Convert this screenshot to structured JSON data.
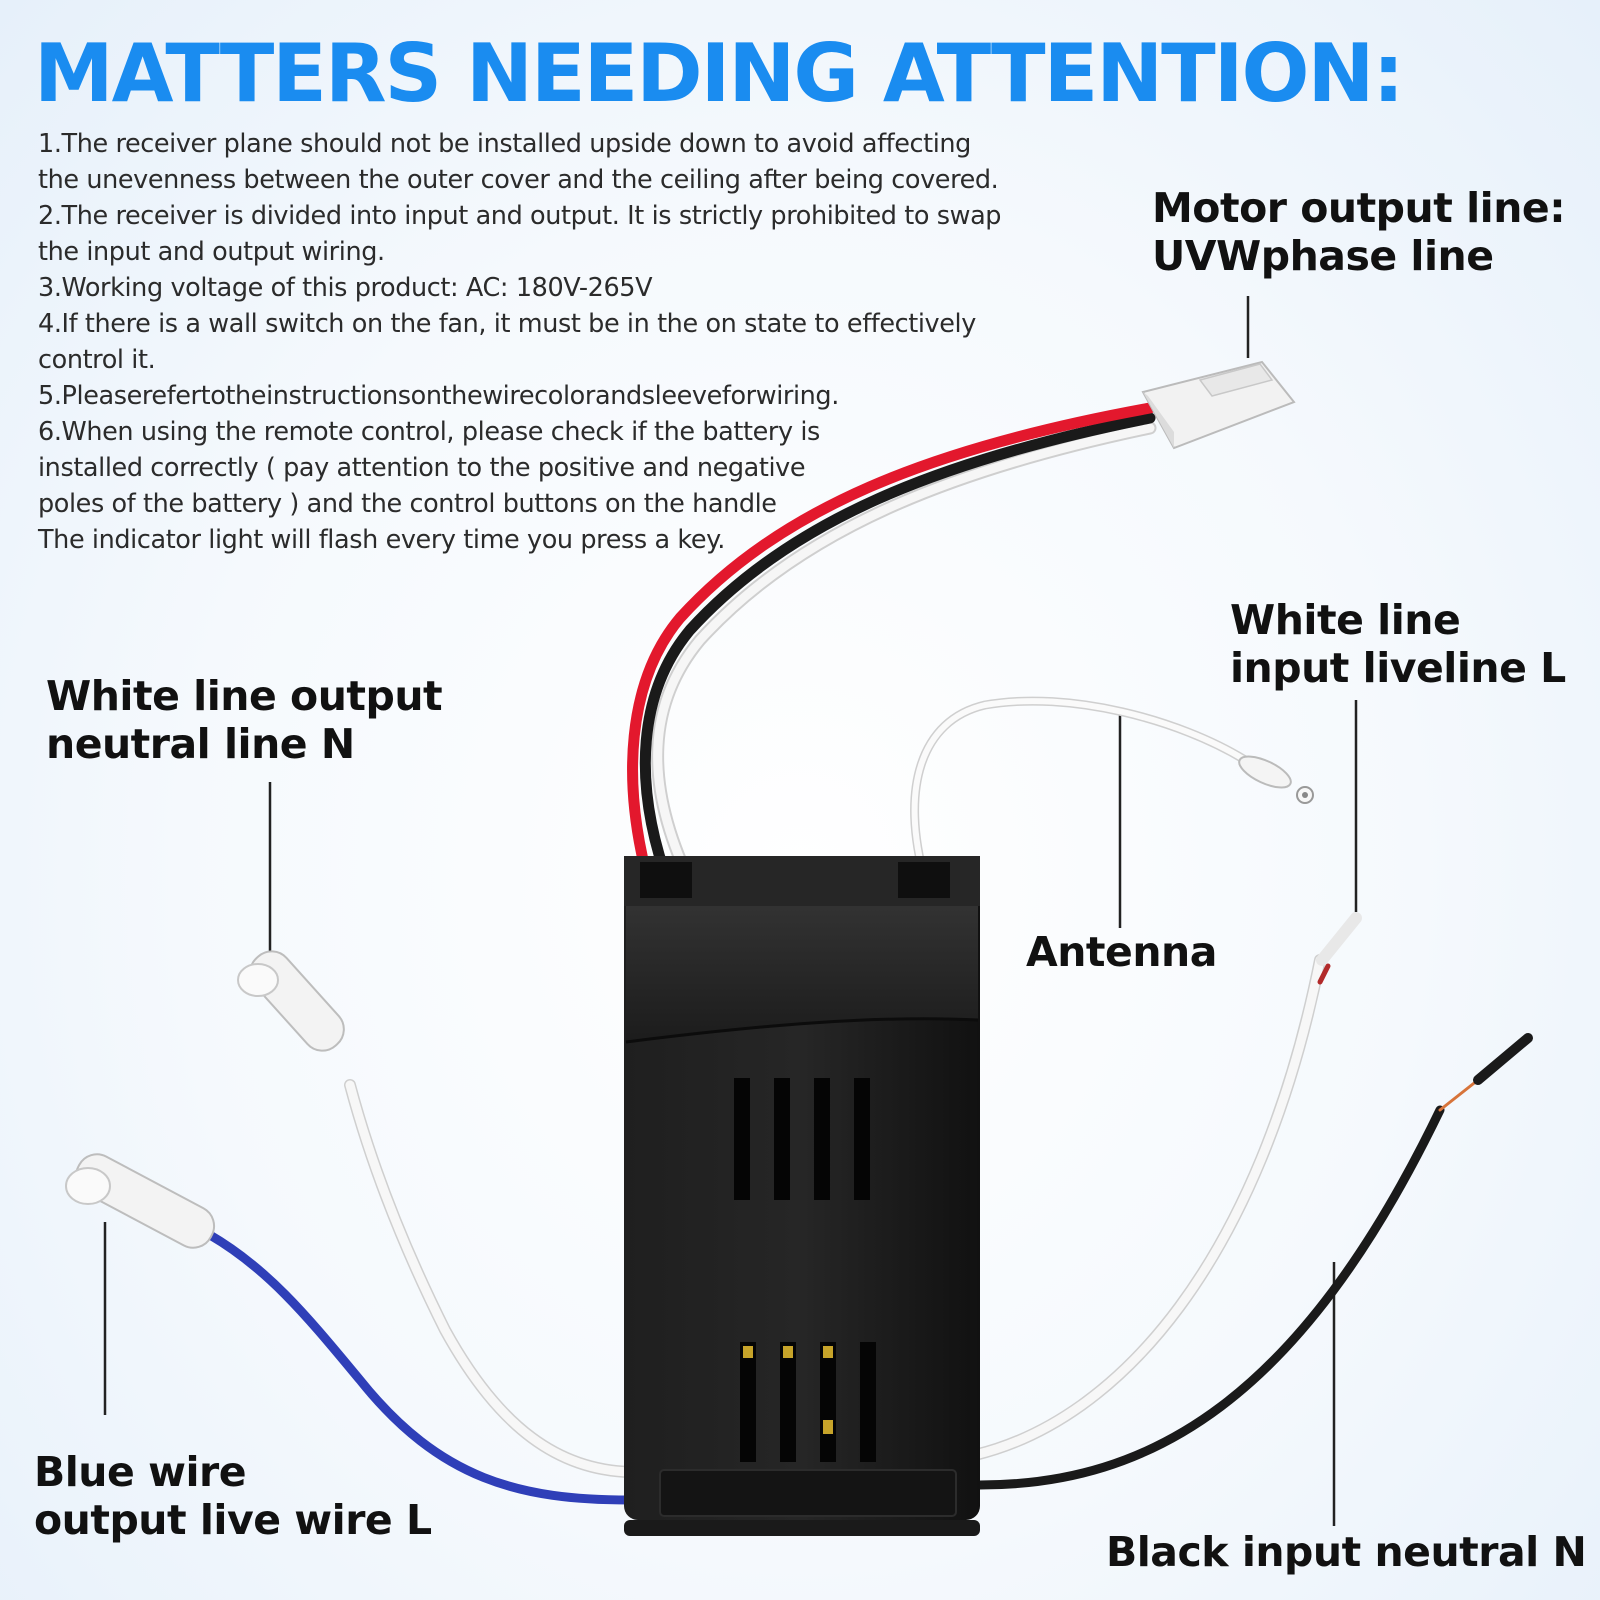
{
  "headline": "MATTERS NEEDING ATTENTION:",
  "notes": [
    "1.The receiver plane should not be installed upside down to avoid affecting",
    "the unevenness between the outer cover and the ceiling after being covered.",
    "2.The receiver is divided into input and output. It is strictly prohibited to swap",
    "the input and output wiring.",
    "3.Working voltage of this product: AC: 180V-265V",
    "4.If there is a wall switch on the fan, it must be in the on state to effectively",
    "control it.",
    "5.Pleaserefertotheinstructionsonthewirecolorandsleeveforwiring.",
    "6.When using the remote control, please check if the battery is",
    "installed correctly ( pay attention to the positive and negative",
    "poles of the battery ) and the control buttons on the handle",
    "The indicator light will flash every time you press a key."
  ],
  "labels": {
    "motor_output": [
      "Motor output line:",
      "UVWphase line"
    ],
    "white_input": [
      "White line",
      "input liveline L"
    ],
    "white_output": [
      "White line output",
      "neutral line N"
    ],
    "antenna": [
      "Antenna"
    ],
    "blue_wire": [
      "Blue wire",
      "output live wire L"
    ],
    "black_input": [
      "Black input neutral N"
    ]
  },
  "colors": {
    "headline": "#1a8cf0",
    "receiver_body": "#1c1c1c",
    "wire_red": "#e3182d",
    "wire_black": "#1a1a1a",
    "wire_white": "#f4f4f4",
    "wire_blue": "#2f3fb8"
  }
}
